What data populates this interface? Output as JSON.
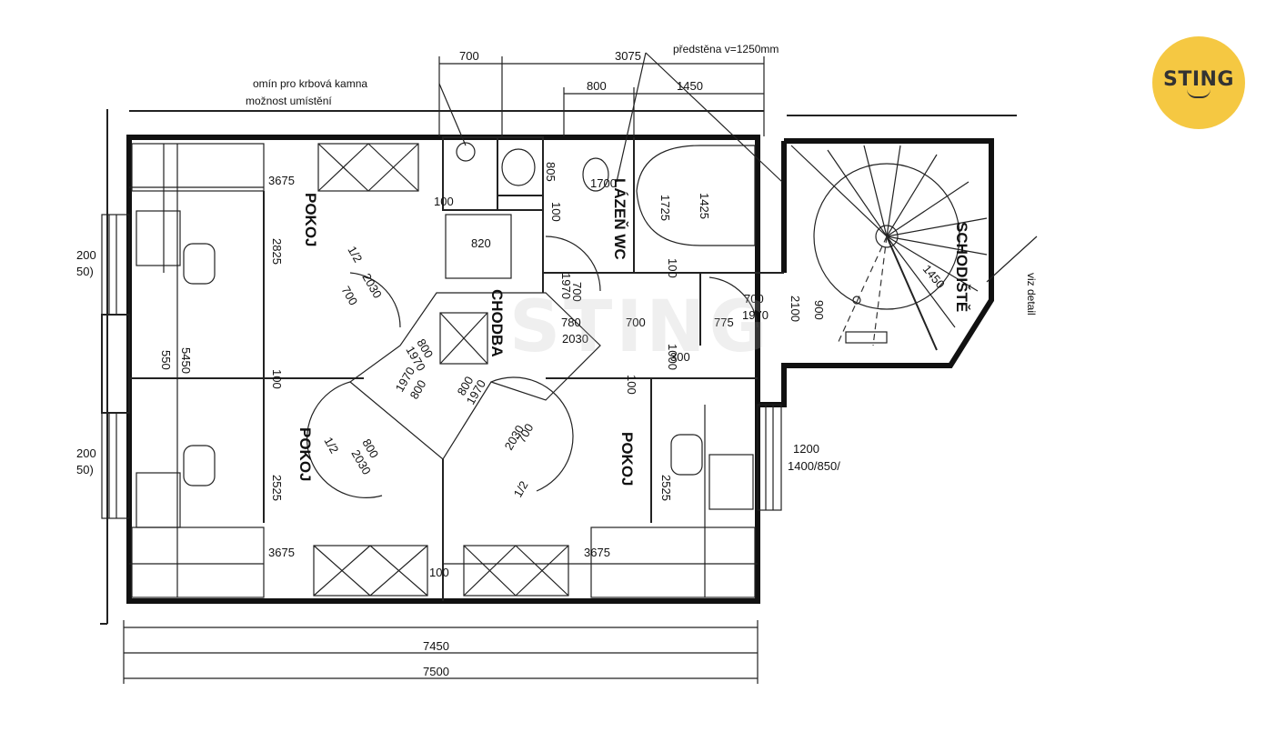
{
  "logo": {
    "text": "STING"
  },
  "watermark": {
    "text": "STING"
  },
  "rooms": {
    "pokoj_top_left": "POKOJ",
    "pokoj_bottom_left": "POKOJ",
    "pokoj_bottom_right": "POKOJ",
    "chodba": "CHODBA",
    "koupelna": "LÁZEŇ WC",
    "schodiste": "SCHODIŠTĚ"
  },
  "notes": {
    "krb_line1": "omín pro krbová kamna",
    "krb_line2": "možnost umístění",
    "predstena": "předstěna v=1250mm",
    "viz_detail": "viz detail",
    "window_right": "1400/850/"
  },
  "dimensions": {
    "top_700": "700",
    "top_3075": "3075",
    "top_800": "800",
    "top_1450": "1450",
    "left_3675": "3675",
    "h_100_top": "100",
    "h_805": "805",
    "h_1700": "1700",
    "h_1725": "1725",
    "h_1425": "1425",
    "h_820": "820",
    "h_100_a": "100",
    "h_1970_a": "1970",
    "h_700_a": "700",
    "h_100_b": "100",
    "h_700_b": "700",
    "h_1970_b": "1970",
    "h_2100": "2100",
    "h_900": "900",
    "h_780": "780",
    "h_700_c": "700",
    "h_775": "775",
    "h_2030": "2030",
    "h_1000": "1000",
    "h_300": "300",
    "h_1450_stairs": "1450",
    "left_2825": "2825",
    "left_5450": "5450",
    "left_550": "550",
    "left_100": "100",
    "mid_100": "100",
    "door_1_2_a": "1/2",
    "door_700_a": "700",
    "door_2030_a": "2030",
    "door_800_a": "800",
    "door_1970_a": "1970",
    "door_1970_b": "1970",
    "door_800_b": "800",
    "door_800_c": "800",
    "door_1970_c": "1970",
    "door_800_d": "800",
    "door_2030_b": "2030",
    "door_1_2_b": "1/2",
    "door_700_d": "700",
    "door_2030_c": "2030",
    "door_1_2_c": "1/2",
    "right_2525": "2525",
    "left_2525": "2525",
    "win_left_1200_a": "200",
    "win_left_850_a": "50)",
    "win_left_1200_b": "200",
    "win_left_850_b": "50)",
    "win_right_1200": "1200",
    "bot_3675_a": "3675",
    "bot_100": "100",
    "bot_3675_b": "3675",
    "total_7450": "7450",
    "total_7500": "7500"
  }
}
